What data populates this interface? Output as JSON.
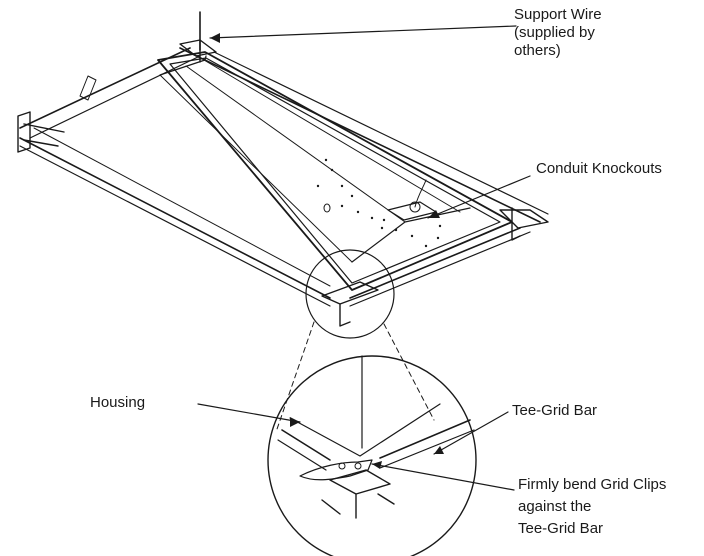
{
  "callouts": {
    "support_wire": [
      "Support Wire",
      "(supplied by",
      "others)"
    ],
    "conduit_knockouts": "Conduit Knockouts",
    "housing": "Housing",
    "tee_grid_bar": "Tee-Grid Bar",
    "grid_clips": [
      "Firmly bend Grid Clips",
      "against the",
      "Tee-Grid Bar"
    ]
  },
  "colors": {
    "line": "#1a1a1a",
    "background": "#ffffff"
  }
}
